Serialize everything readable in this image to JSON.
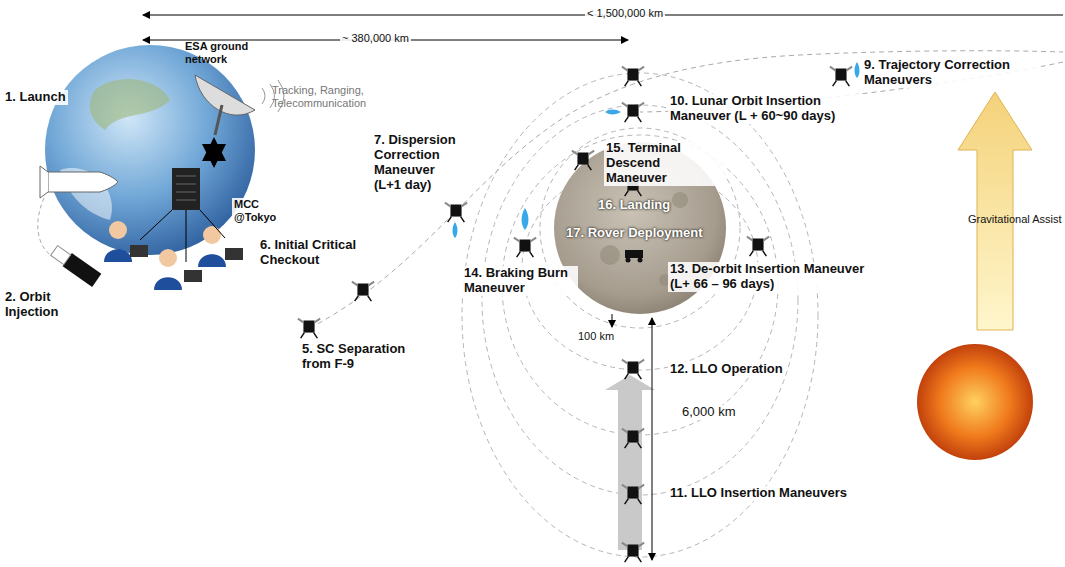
{
  "diagram": {
    "labels": [
      "< 1,500,000 km",
      "~ 380,000 km",
      "ESA ground network",
      "Tracking, Ranging, Telecommunication",
      "MCC @Tokyo",
      "1. Launch",
      "2. Orbit Injection",
      "5. SC Separation from F-9",
      "6. Initial Critical Checkout",
      "7. Dispersion Correction Maneuver (L+1 day)",
      "9. Trajectory Correction Maneuvers",
      "10. Lunar Orbit Insertion Maneuver (L + 60~90 days)",
      "15. Terminal Descend Maneuver",
      "16. Landing",
      "17. Rover Deployment",
      "14. Braking Burn Maneuver",
      "13. De-orbit Insertion Maneuver (L+ 66 – 96 days)",
      "100 km",
      "12. LLO Operation",
      "6,000 km",
      "11. LLO Insertion Maneuvers",
      "Gravitational Assist"
    ]
  }
}
